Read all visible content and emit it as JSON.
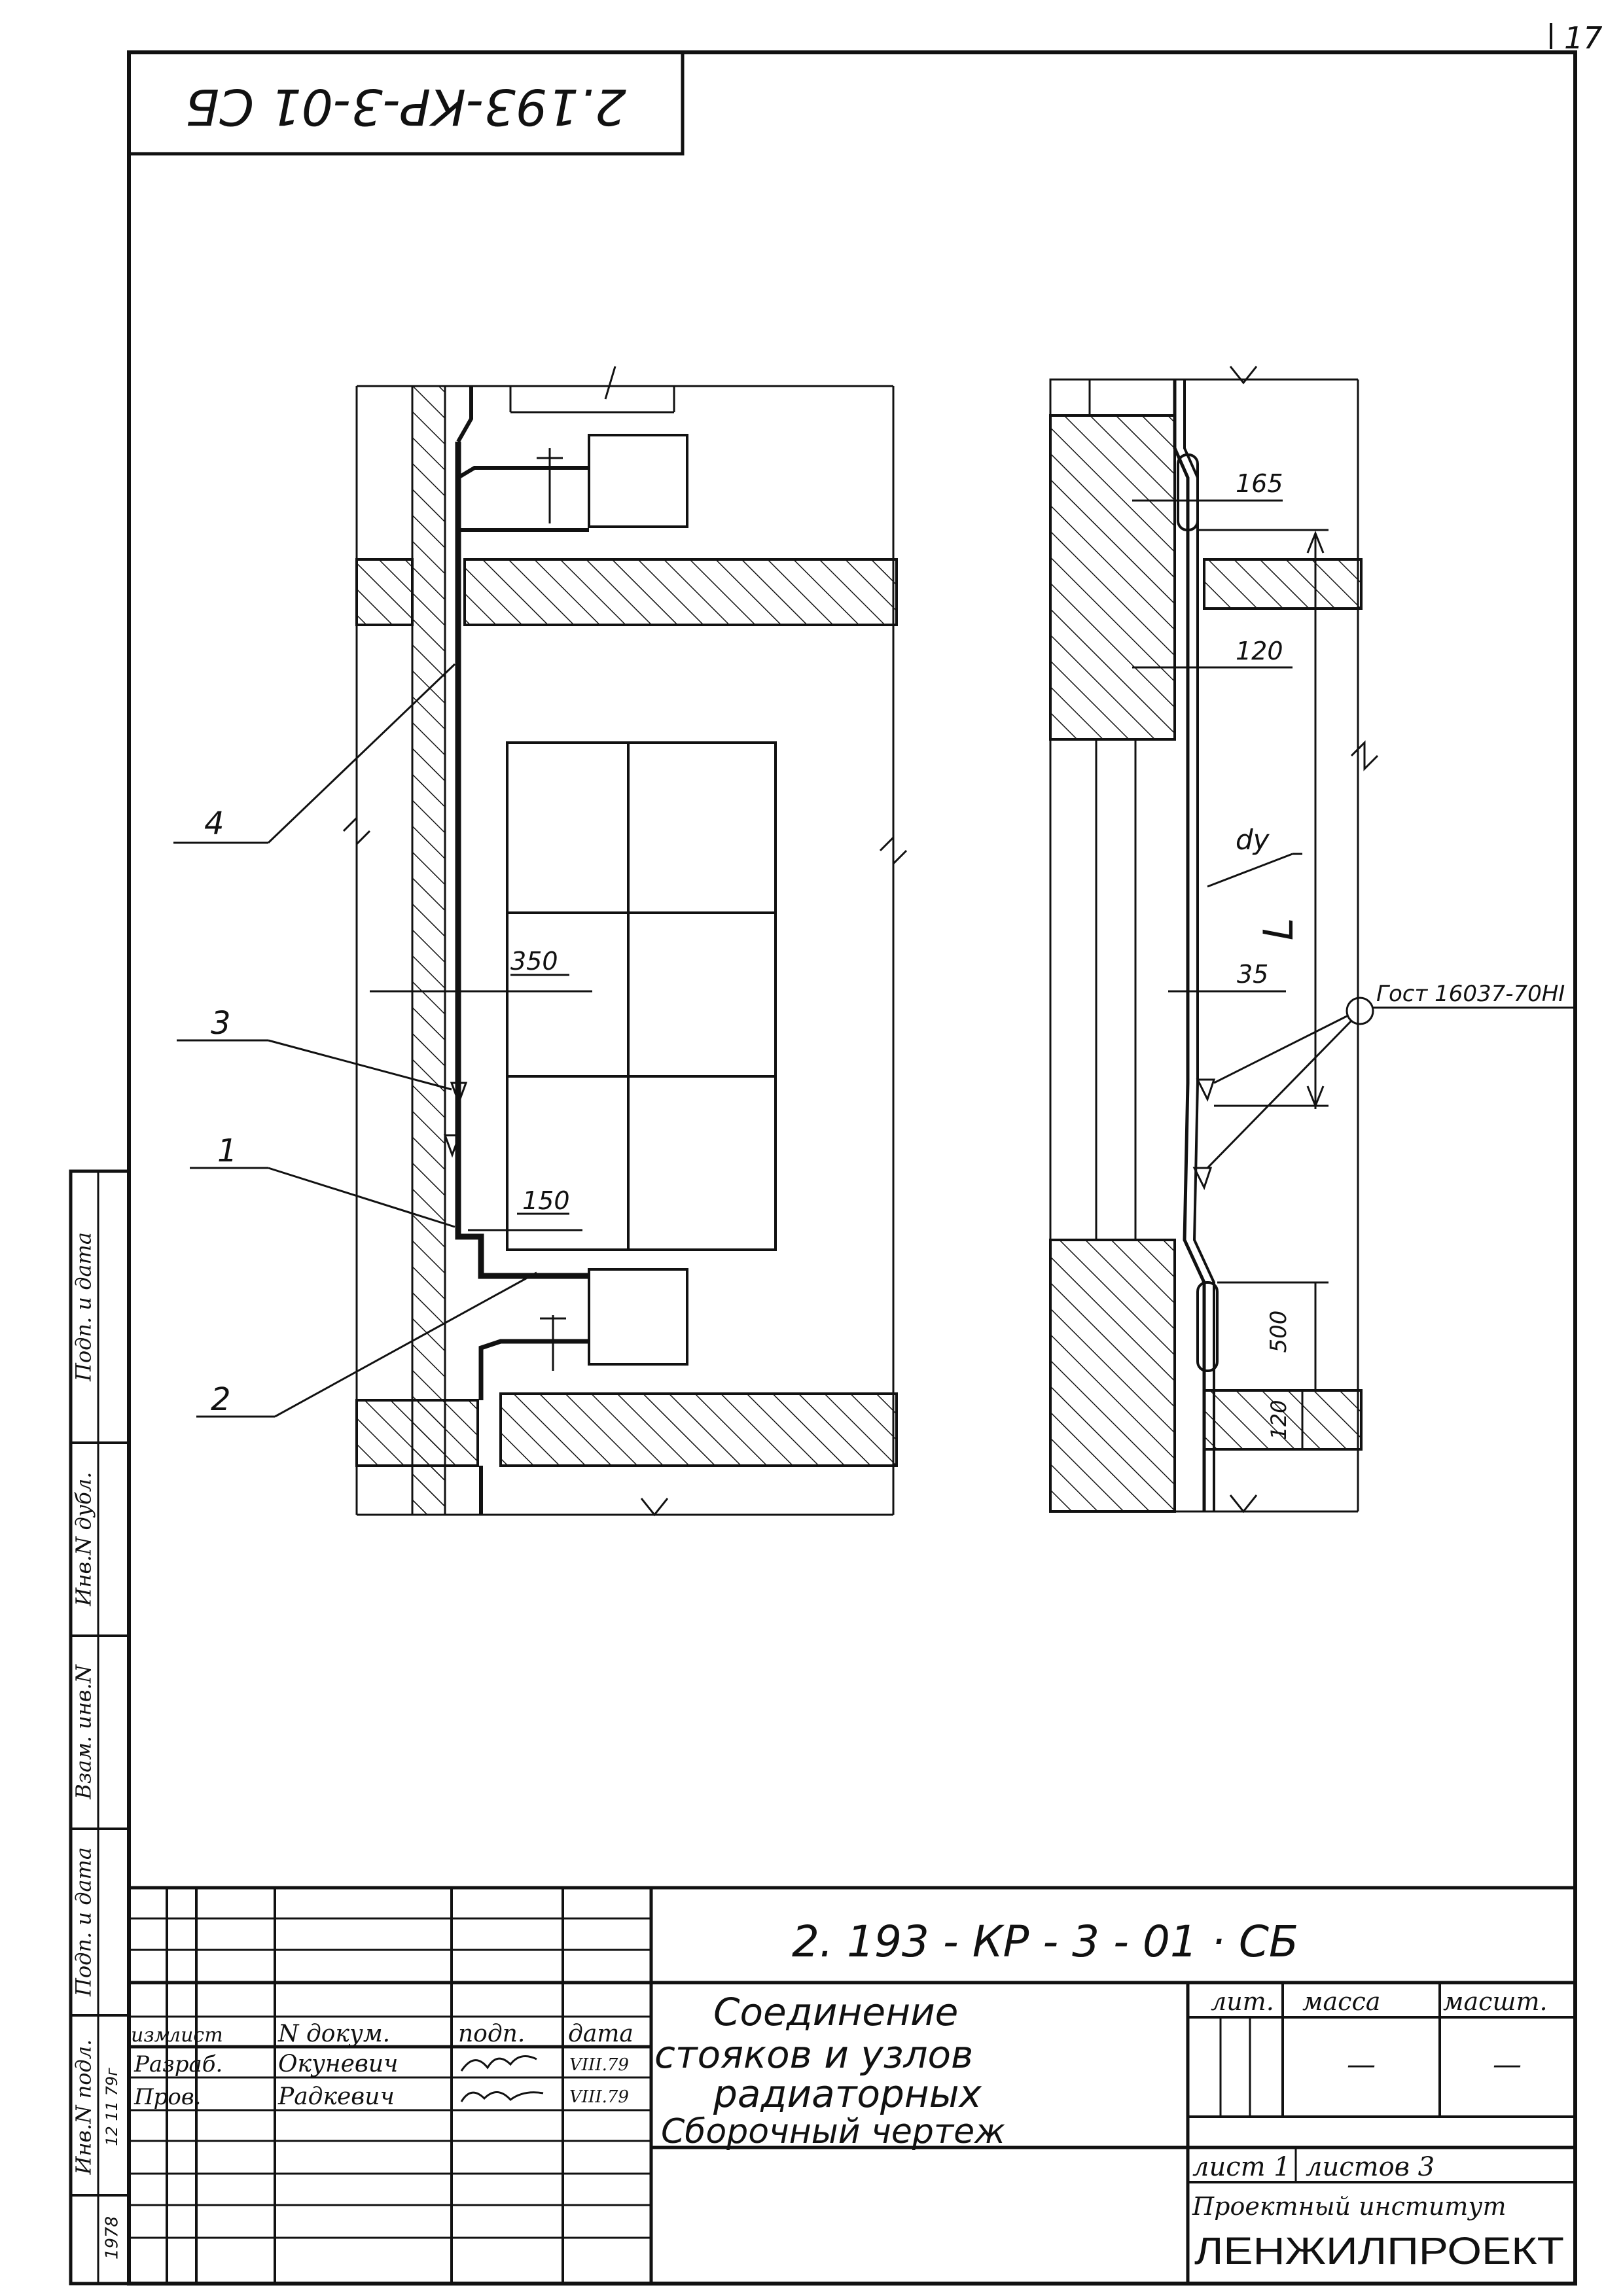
{
  "sheet_number": "17",
  "stamp_code_rotated": "2.193-КР-3-01 СБ",
  "designation": "2. 193 - КР - 3 - 01 · СБ",
  "title_lines": [
    "Соединение",
    "стояков и узлов",
    "радиаторных",
    "Сборочный чертеж"
  ],
  "callouts": {
    "c1": "1",
    "c2": "2",
    "c3": "3",
    "c4": "4"
  },
  "dimensions": {
    "d350": "350",
    "d150": "150",
    "d165": "165",
    "d120": "120",
    "dy": "dy",
    "d35": "35",
    "L": "L",
    "d500": "500",
    "d120b": "120"
  },
  "standard_note": "Гост 16037-70НІ",
  "title_block": {
    "hdr_izm": "изм",
    "hdr_list": "лист",
    "hdr_ndoc": "N докум.",
    "hdr_podp": "подп.",
    "hdr_data": "дата",
    "row1_role": "Разраб.",
    "row1_name": "Окуневич",
    "row1_date": "VIII.79",
    "row2_role": "Пров.",
    "row2_name": "Радкевич",
    "row2_date": "VIII.79",
    "lit": "лит.",
    "massa": "масса",
    "masshtab": "масшт.",
    "massa_val": "—",
    "masshtab_val": "—",
    "sheet": "лист 1",
    "sheets": "листов 3",
    "org1": "Проектный институт",
    "org2": "ЛЕНЖИЛПРОЕКТ"
  },
  "side_strip": [
    "Инв.N подл.",
    "Подп. и дата",
    "Взам. инв.N",
    "Инв.N дубл.",
    "Подп. и дата"
  ],
  "side_strip_handwritten": [
    "1978",
    "12 11 79г"
  ]
}
